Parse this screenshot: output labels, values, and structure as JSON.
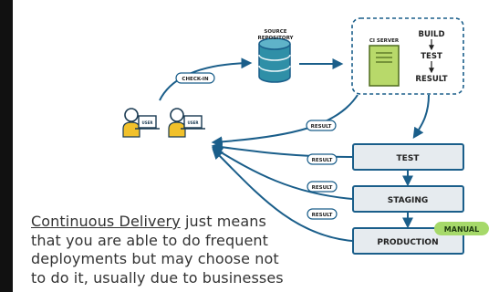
{
  "diagram": {
    "source_repository_label": [
      "SOURCE",
      "REPOSITORY"
    ],
    "ci_server_label": "CI SERVER",
    "ci_steps": [
      "BUILD",
      "TEST",
      "RESULT"
    ],
    "checkin_label": "CHECK-IN",
    "result_label": "RESULT",
    "user_label": "USER",
    "stages": [
      "TEST",
      "STAGING",
      "PRODUCTION"
    ],
    "manual_label": "MANUAL"
  },
  "caption": {
    "term": "Continuous Delivery",
    "line1_rest": " just means",
    "line2": "that you are able to do frequent",
    "line3": "deployments but may choose not",
    "line4": "to do it, usually due to businesses"
  },
  "colors": {
    "accent_blue": "#1a5e8a",
    "db_teal": "#2f8fa7",
    "server_green": "#b8d96a",
    "stage_fill": "#e6ebef",
    "manual_green": "#a6d96a",
    "user_yellow": "#f1c12b"
  }
}
